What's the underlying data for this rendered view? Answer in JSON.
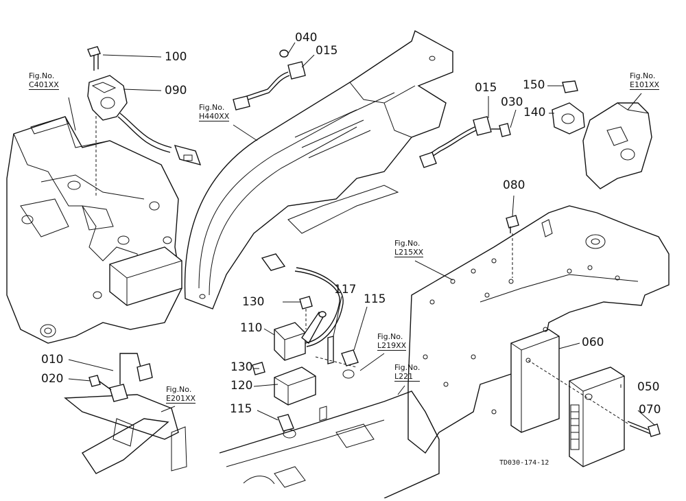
{
  "diagram": {
    "drawing_code": "TD030-174-12",
    "part_labels": [
      {
        "id": "p100",
        "text": "100"
      },
      {
        "id": "p090",
        "text": "090"
      },
      {
        "id": "p040",
        "text": "040"
      },
      {
        "id": "p015a",
        "text": "015"
      },
      {
        "id": "p015b",
        "text": "015"
      },
      {
        "id": "p030",
        "text": "030"
      },
      {
        "id": "p150",
        "text": "150"
      },
      {
        "id": "p140",
        "text": "140"
      },
      {
        "id": "p080",
        "text": "080"
      },
      {
        "id": "p130a",
        "text": "130"
      },
      {
        "id": "p117",
        "text": "117"
      },
      {
        "id": "p115a",
        "text": "115"
      },
      {
        "id": "p110",
        "text": "110"
      },
      {
        "id": "p130b",
        "text": "130"
      },
      {
        "id": "p120",
        "text": "120"
      },
      {
        "id": "p115b",
        "text": "115"
      },
      {
        "id": "p010",
        "text": "010"
      },
      {
        "id": "p020",
        "text": "020"
      },
      {
        "id": "p060",
        "text": "060"
      },
      {
        "id": "p050",
        "text": "050"
      },
      {
        "id": "p070",
        "text": "070"
      }
    ],
    "figure_refs": [
      {
        "id": "c401",
        "prefix": "Fig.No.",
        "code": "C401XX"
      },
      {
        "id": "h440",
        "prefix": "Fig.No.",
        "code": "H440XX"
      },
      {
        "id": "e101",
        "prefix": "Fig.No.",
        "code": "E101XX"
      },
      {
        "id": "l215",
        "prefix": "Fig.No.",
        "code": "L215XX"
      },
      {
        "id": "l219",
        "prefix": "Fig.No.",
        "code": "L219XX"
      },
      {
        "id": "l221",
        "prefix": "Fig.No.",
        "code": "L221"
      },
      {
        "id": "e201",
        "prefix": "Fig.No.",
        "code": "E201XX"
      }
    ]
  }
}
